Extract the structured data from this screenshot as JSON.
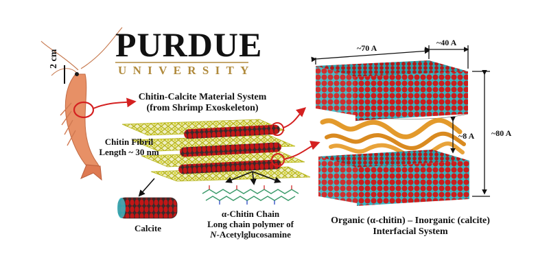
{
  "logo": {
    "name": "PURDUE",
    "subtitle": "UNIVERSITY",
    "accent_color": "#b08a3c"
  },
  "scale_bar": {
    "label": "2 cm"
  },
  "system": {
    "title_line1": "Chitin-Calcite Material System",
    "title_line2": "(from Shrimp Exoskeleton)"
  },
  "fibril": {
    "line1": "Chitin Fibril",
    "line2": "Length ~ 30 nm"
  },
  "calcite": {
    "label": "Calcite"
  },
  "chain": {
    "line1": "α-Chitin Chain",
    "line2": "Long chain polymer of",
    "line3_italic": "N",
    "line3_rest": "-Acetylglucosamine"
  },
  "dimensions": {
    "width": "~70 A",
    "depth": "~40 A",
    "gap": "~8 A",
    "height": "~80 A"
  },
  "interface": {
    "line1": "Organic (α-chitin) – Inorganic (calcite)",
    "line2": "Interfacial System"
  },
  "colors": {
    "oxygen_red": "#cc1c1c",
    "carbon_cyan": "#36b8c4",
    "chitin_yellow": "#c9c62a",
    "ribbon_orange": "#e39a2c",
    "arrow_red": "#d42020",
    "shrimp": "#e79066"
  }
}
